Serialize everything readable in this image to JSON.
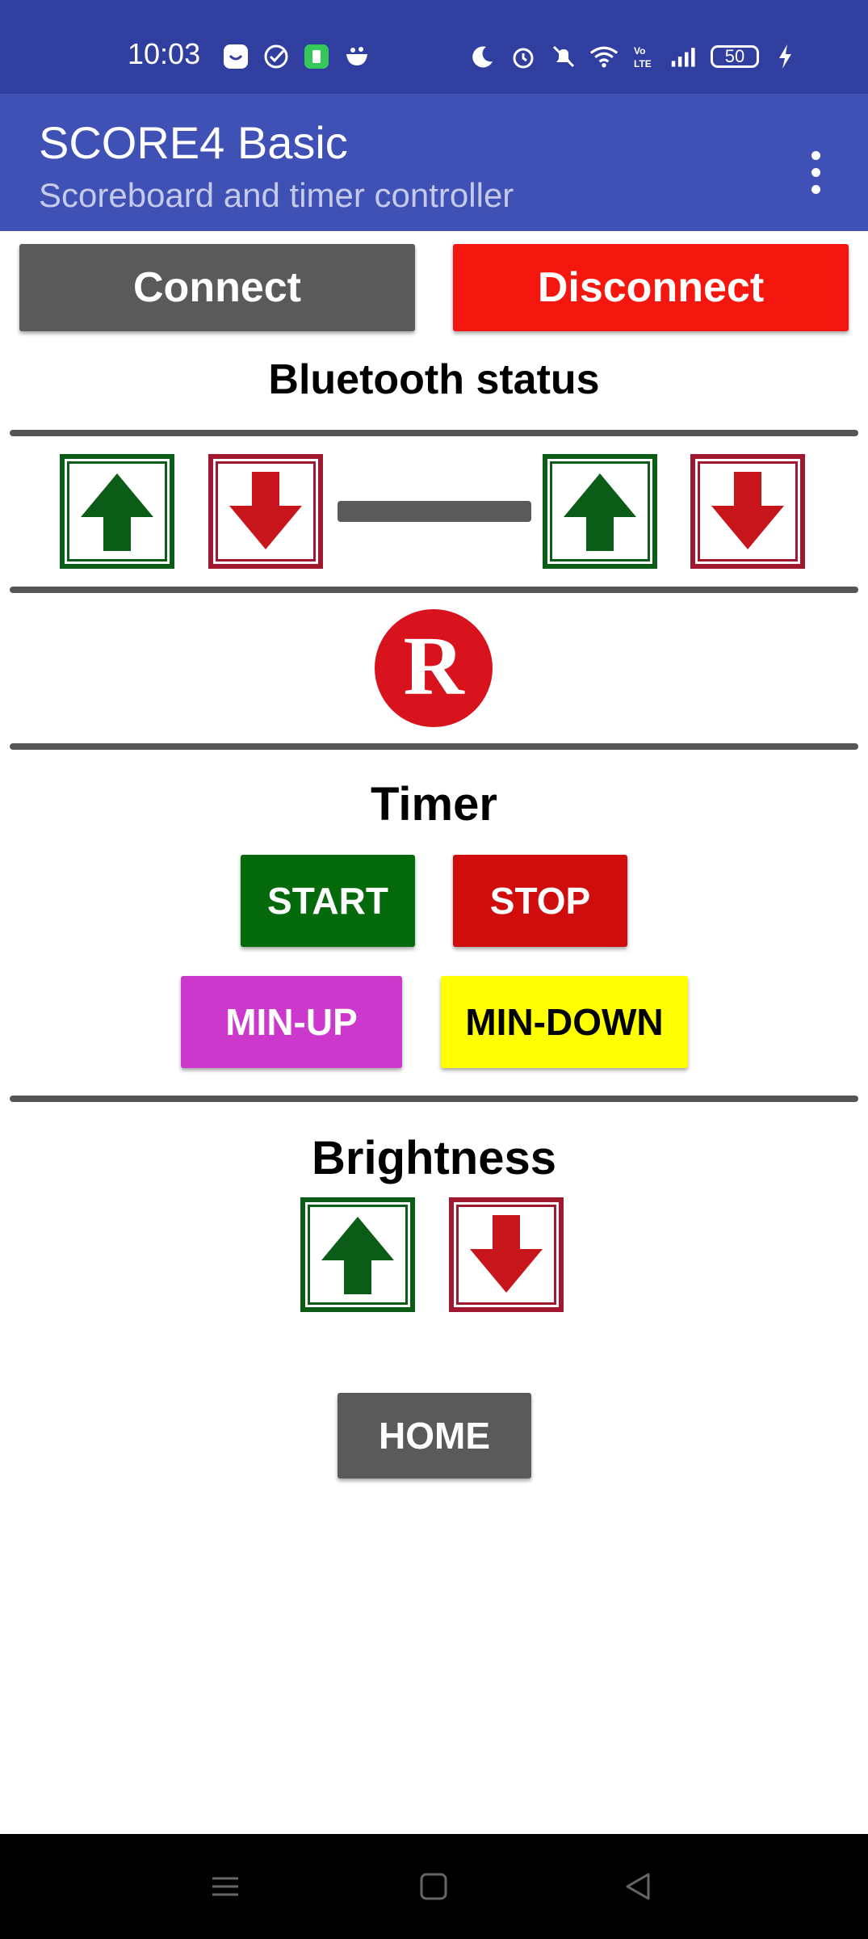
{
  "status_bar": {
    "time": "10:03",
    "battery_level": "50",
    "left_icons": [
      "notification-app-icon",
      "check-circle-icon",
      "app-green-icon",
      "bowl-app-icon"
    ],
    "right_icons": [
      "moon-icon",
      "alarm-icon",
      "mute-icon",
      "wifi-icon",
      "volte-icon",
      "signal-icon",
      "charging-icon"
    ]
  },
  "app_bar": {
    "title": "SCORE4 Basic",
    "subtitle": "Scoreboard and timer controller"
  },
  "bluetooth": {
    "connect_label": "Connect",
    "disconnect_label": "Disconnect",
    "status_label": "Bluetooth status"
  },
  "score_controls": {
    "left": [
      "arrow-up-icon",
      "arrow-down-icon"
    ],
    "right": [
      "arrow-up-icon",
      "arrow-down-icon"
    ]
  },
  "logo": {
    "letter": "R"
  },
  "timer": {
    "title": "Timer",
    "start_label": "START",
    "stop_label": "STOP",
    "minup_label": "MIN-UP",
    "mindown_label": "MIN-DOWN"
  },
  "brightness": {
    "title": "Brightness"
  },
  "home_label": "HOME",
  "colors": {
    "status_bar": "#303f9f",
    "app_bar": "#3f51b5",
    "connect": "#5a5a5a",
    "disconnect": "#f5170f",
    "start": "#056a0b",
    "stop": "#d00c0c",
    "minup": "#cc38cc",
    "mindown": "#ffff00",
    "arrow_up": "#0b5c16",
    "arrow_down": "#c8141b"
  },
  "nav_bar": [
    "menu-icon",
    "home-square-icon",
    "back-triangle-icon"
  ]
}
